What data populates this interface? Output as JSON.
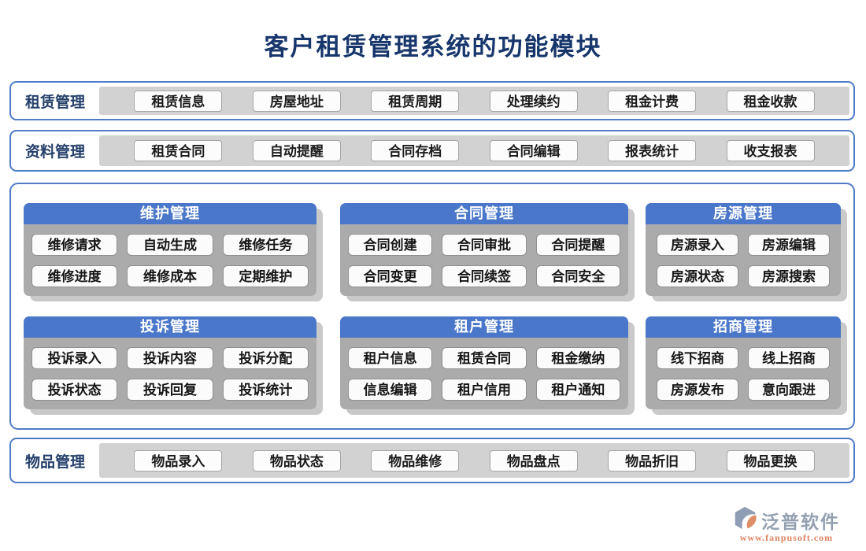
{
  "title": "客户租赁管理系统的功能模块",
  "colors": {
    "accent_blue": "#4f7bc7",
    "panel_header_blue": "#4a77c9",
    "panel_body_gray": "#ababab",
    "band_gray": "#d2d2d2",
    "title_navy": "#17366b",
    "brand_gray": "#94a0b1",
    "brand_orange": "#df825f"
  },
  "rows": [
    {
      "label": "租赁管理",
      "buttons": [
        "租赁信息",
        "房屋地址",
        "租赁周期",
        "处理续约",
        "租金计费",
        "租金收款"
      ]
    },
    {
      "label": "资料管理",
      "buttons": [
        "租赁合同",
        "自动提醒",
        "合同存档",
        "合同编辑",
        "报表统计",
        "收支报表"
      ]
    },
    {
      "label": "物品管理",
      "buttons": [
        "物品录入",
        "物品状态",
        "物品维修",
        "物品盘点",
        "物品折旧",
        "物品更换"
      ]
    }
  ],
  "panels": [
    {
      "title": "维护管理",
      "buttons": [
        "维修请求",
        "自动生成",
        "维修任务",
        "维修进度",
        "维修成本",
        "定期维护"
      ]
    },
    {
      "title": "合同管理",
      "buttons": [
        "合同创建",
        "合同审批",
        "合同提醒",
        "合同变更",
        "合同续签",
        "合同安全"
      ]
    },
    {
      "title": "房源管理",
      "buttons": [
        "房源录入",
        "房源编辑",
        "房源状态",
        "房源搜索"
      ]
    },
    {
      "title": "投诉管理",
      "buttons": [
        "投诉录入",
        "投诉内容",
        "投诉分配",
        "投诉状态",
        "投诉回复",
        "投诉统计"
      ]
    },
    {
      "title": "租户管理",
      "buttons": [
        "租户信息",
        "租赁合同",
        "租金缴纳",
        "信息编辑",
        "租户信用",
        "租户通知"
      ]
    },
    {
      "title": "招商管理",
      "buttons": [
        "线下招商",
        "线上招商",
        "房源发布",
        "意向跟进"
      ]
    }
  ],
  "footer": {
    "brand": "泛普软件",
    "url": "www.fanpusoft.com"
  }
}
